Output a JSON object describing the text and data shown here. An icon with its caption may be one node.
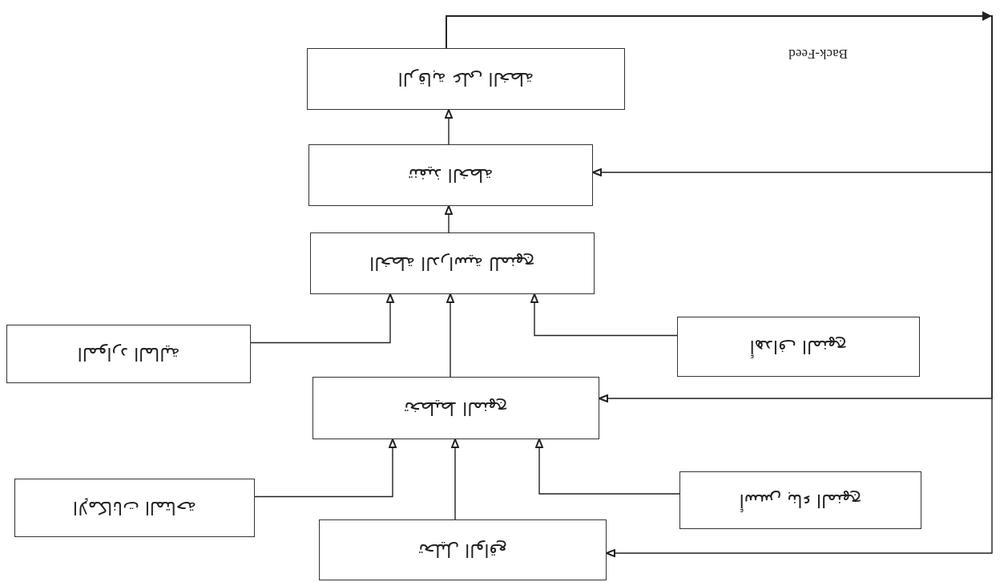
{
  "diagram": {
    "nodes": [
      {
        "text": [
          "تحليل الواقع"
        ]
      },
      {
        "text": [
          "الإمكانات المتاحة"
        ]
      },
      {
        "text": [
          "أسس بناء المنهج"
        ]
      },
      {
        "text": [
          "تخطيط المنهج"
        ]
      },
      {
        "text": [
          "الموارد المالية"
        ]
      },
      {
        "text": [
          "أهداف المنهج"
        ]
      },
      {
        "text": [
          "الخطة الدراسية للمنهج"
        ]
      },
      {
        "text": [
          "تنفيذ الخطة"
        ]
      },
      {
        "text": [
          "الرقابة على الخطة"
        ]
      }
    ],
    "edges": [
      {
        "from": 0,
        "to": 3,
        "arrow": "to"
      },
      {
        "from": 1,
        "to": 3,
        "arrow": "to"
      },
      {
        "from": 2,
        "to": 3,
        "arrow": "to"
      },
      {
        "from": 3,
        "to": 6,
        "arrow": "to"
      },
      {
        "from": 4,
        "to": 6,
        "arrow": "to"
      },
      {
        "from": 5,
        "to": 6,
        "arrow": "to"
      },
      {
        "from": 6,
        "to": 7,
        "arrow": "to"
      },
      {
        "from": 7,
        "to": 8,
        "arrow": "to"
      },
      {
        "from": 8,
        "to": 7,
        "arrow": "to"
      },
      {
        "from": 8,
        "to": 3,
        "arrow": "to"
      },
      {
        "from": 8,
        "to": 0,
        "arrow": "to"
      }
    ],
    "labels": [
      "Back-Feed"
    ]
  }
}
